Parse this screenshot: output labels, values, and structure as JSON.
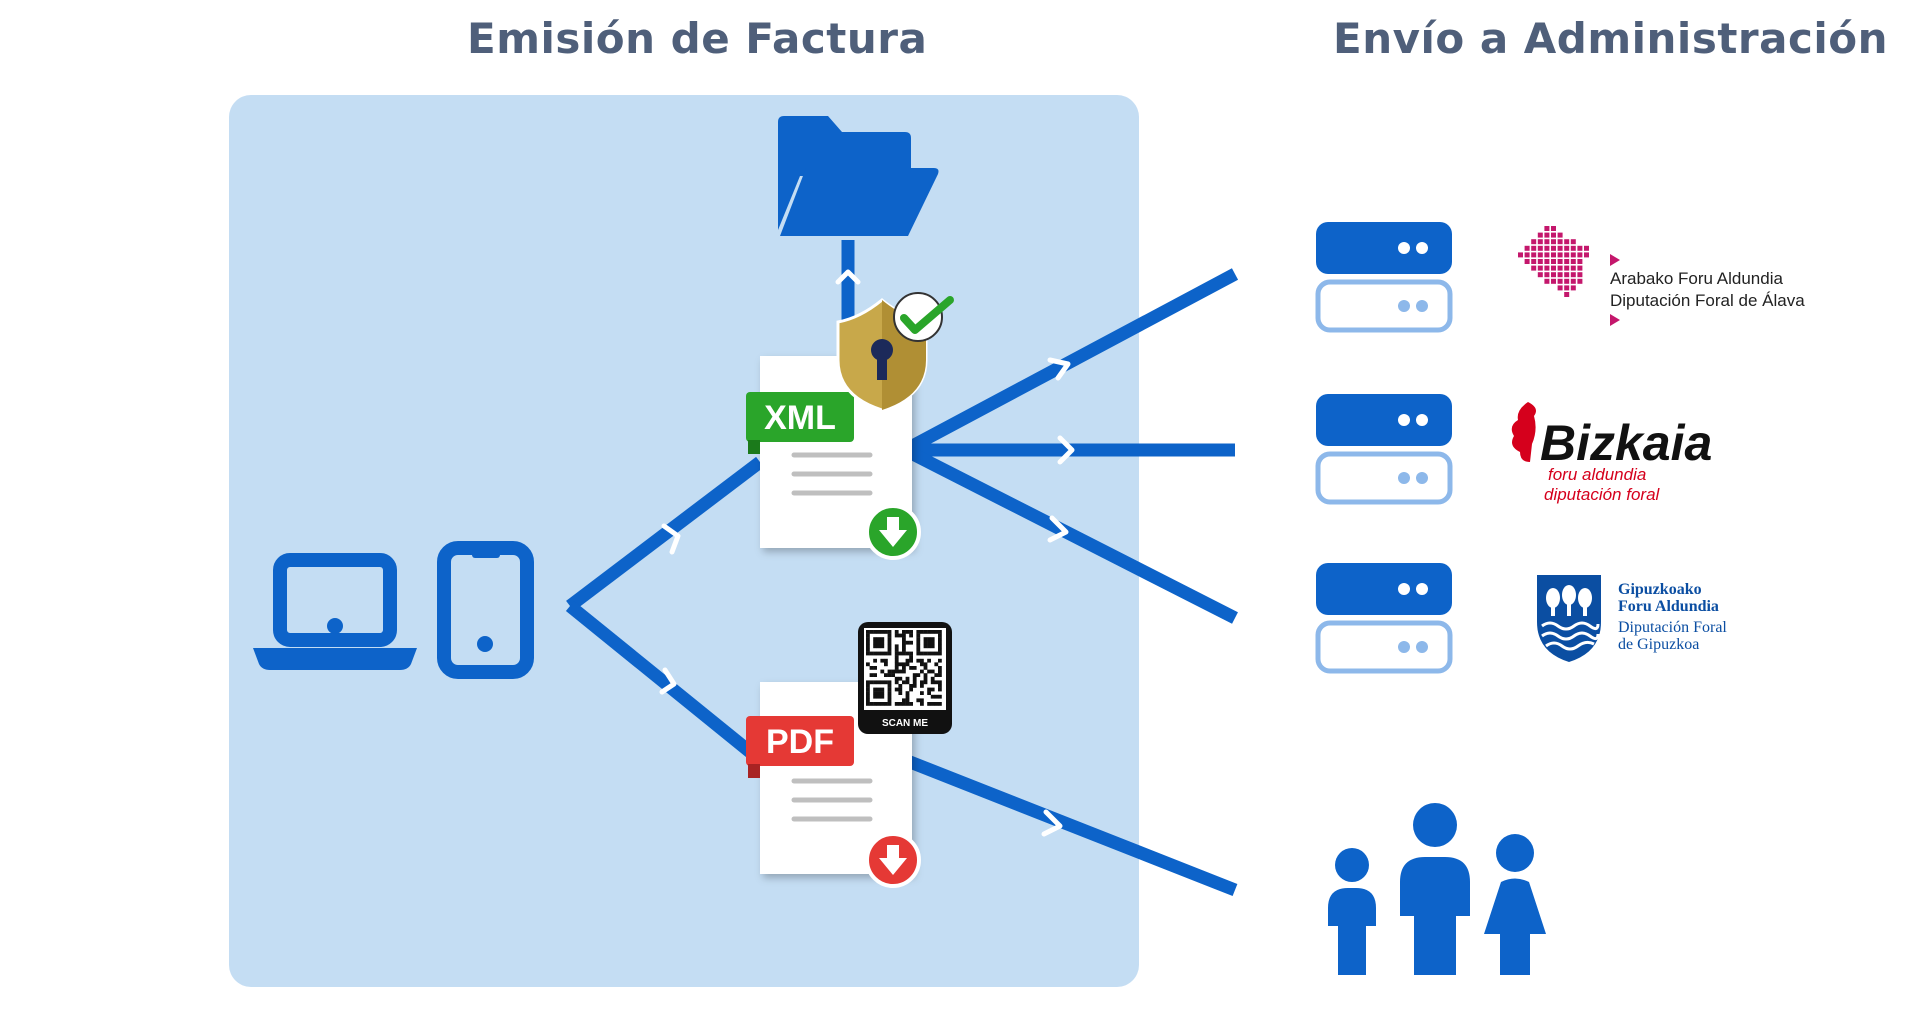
{
  "headings": {
    "left": "Emisión de Factura",
    "right": "Envío a Administración"
  },
  "documents": {
    "xml_tag": "XML",
    "pdf_tag": "PDF",
    "qr_caption": "SCAN ME"
  },
  "entities": {
    "alava": {
      "line1": "Arabako Foru Aldundia",
      "line2": "Diputación Foral de Álava",
      "color": "#c4176c"
    },
    "bizkaia": {
      "name": "Bizkaia",
      "line1": "foru aldundia",
      "line2": "diputación foral",
      "color": "#d5001c"
    },
    "gipuzkoa": {
      "line1": "Gipuzkoako",
      "line2": "Foru Aldundia",
      "line3": "Diputación Foral",
      "line4": "de Gipuzkoa",
      "color": "#0b4ea2"
    }
  },
  "colors": {
    "primary": "#0d63c9",
    "panel": "#c4ddf3",
    "server_light": "#8db8ea",
    "xml_green": "#2aa52a",
    "pdf_red": "#e53935",
    "shield_gold": "#c8a84a",
    "heading": "#4f5f7a"
  },
  "icons": [
    "folder-icon",
    "laptop-icon",
    "phone-icon",
    "shield-lock-icon",
    "check-icon",
    "download-icon",
    "qr-code-icon",
    "server-icon",
    "people-icon"
  ]
}
